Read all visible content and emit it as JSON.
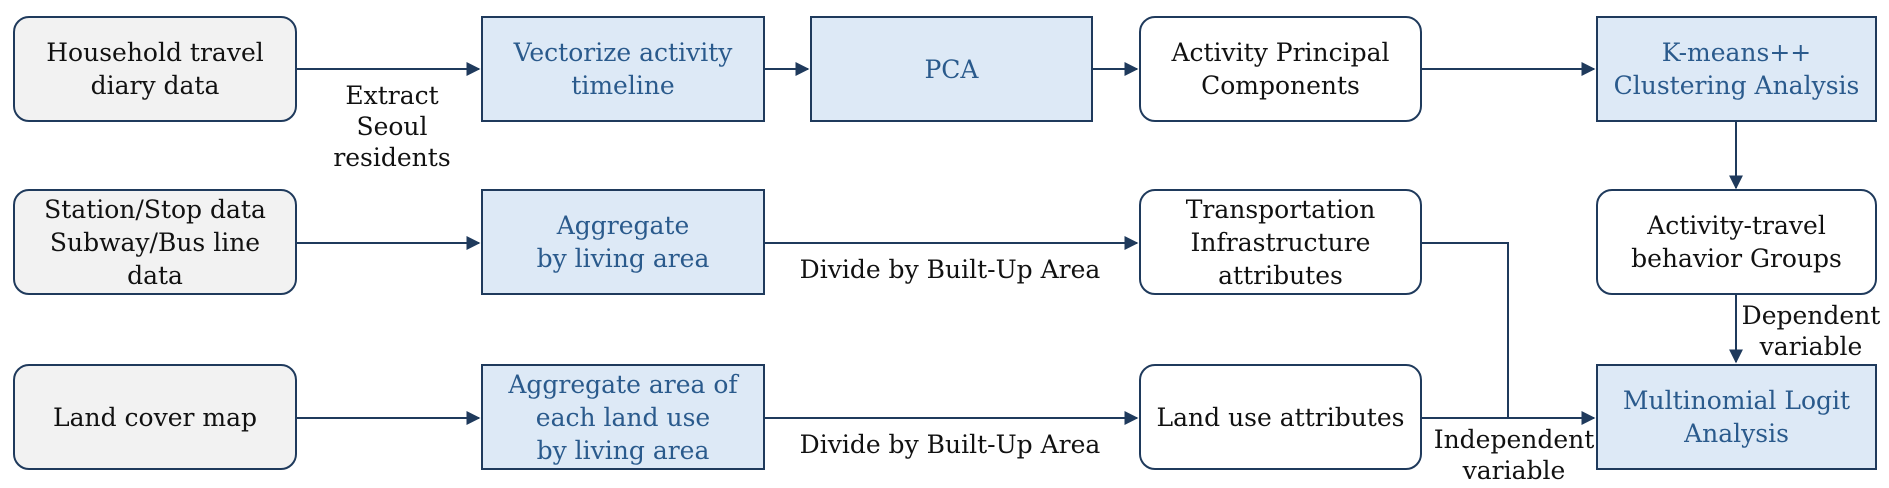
{
  "nodes": {
    "household_diary": "Household travel\ndiary data",
    "station_stop": "Station/Stop data\nSubway/Bus line\ndata",
    "land_cover": "Land cover map",
    "vectorize": "Vectorize activity\ntimeline",
    "aggregate_living": "Aggregate\nby living area",
    "aggregate_land": "Aggregate area of\neach land use\nby living area",
    "pca": "PCA",
    "activity_pc": "Activity Principal\nComponents",
    "transport_attr": "Transportation\nInfrastructure\nattributes",
    "landuse_attr": "Land use attributes",
    "kmeans": "K-means++\nClustering Analysis",
    "groups": "Activity-travel\nbehavior Groups",
    "mnl": "Multinomial Logit\nAnalysis"
  },
  "edge_labels": {
    "extract": "Extract Seoul\nresidents",
    "divide_1": "Divide by Built-Up Area",
    "divide_2": "Divide by Built-Up Area",
    "dependent": "Dependent\nvariable",
    "independent": "Independent\nvariable"
  },
  "colors": {
    "line": "#1f3a5c",
    "process_fill": "#dde9f6",
    "process_text": "#2a5a8c",
    "input_fill": "#f2f2f2"
  }
}
